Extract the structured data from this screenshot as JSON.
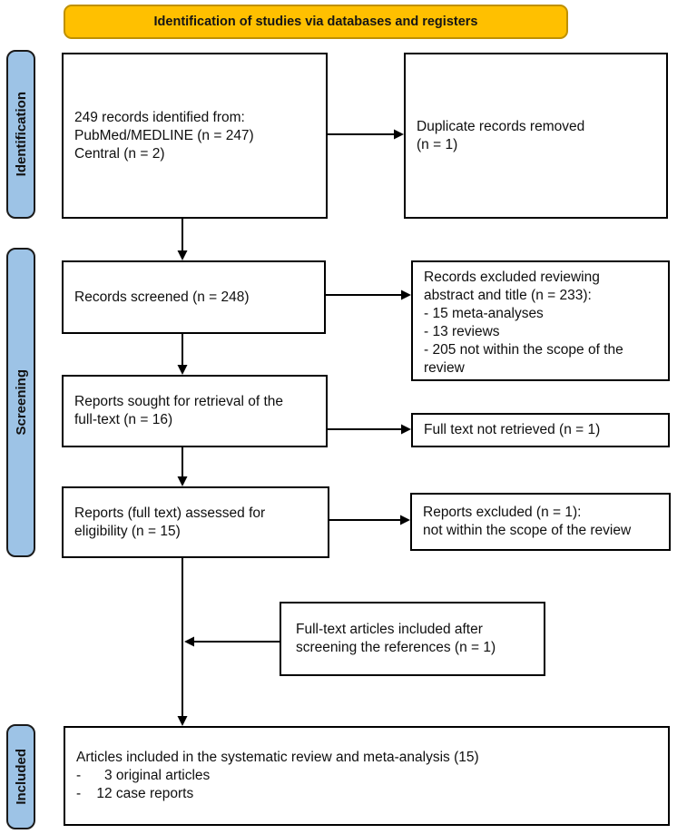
{
  "banner": {
    "label": "Identification of studies via databases and registers",
    "fill": "#FFC000",
    "border": "#BF9000"
  },
  "sidebar": {
    "fill": "#9DC3E6",
    "items": [
      {
        "label": "Identification"
      },
      {
        "label": "Screening"
      },
      {
        "label": "Included"
      }
    ]
  },
  "boxes": {
    "identified": {
      "lines": [
        "249 records identified from:",
        "PubMed/MEDLINE (n = 247)",
        "Central (n = 2)"
      ]
    },
    "duplicates_removed": {
      "lines": [
        "Duplicate records removed",
        "(n = 1)"
      ]
    },
    "screened": {
      "lines": [
        "Records screened (n = 248)"
      ]
    },
    "excluded_title_abstract": {
      "lines": [
        "Records excluded reviewing",
        "abstract and title (n = 233):",
        "- 15 meta-analyses",
        "- 13 reviews",
        "- 205 not within the scope of the",
        "review"
      ]
    },
    "sought": {
      "lines": [
        "Reports sought for retrieval of the",
        "full-text (n = 16)"
      ]
    },
    "not_retrieved": {
      "lines": [
        "Full text not retrieved (n = 1)"
      ]
    },
    "assessed": {
      "lines": [
        "Reports (full text) assessed for",
        "eligibility (n = 15)"
      ]
    },
    "excluded_eligibility": {
      "lines": [
        "Reports excluded (n = 1):",
        "not within the scope of the review"
      ]
    },
    "references_included": {
      "lines": [
        "Full-text articles included after",
        "screening the references (n = 1)"
      ]
    },
    "included": {
      "lines": [
        "Articles included in the systematic review and meta-analysis (15)",
        "-      3 original articles",
        "-    12 case reports"
      ]
    }
  }
}
